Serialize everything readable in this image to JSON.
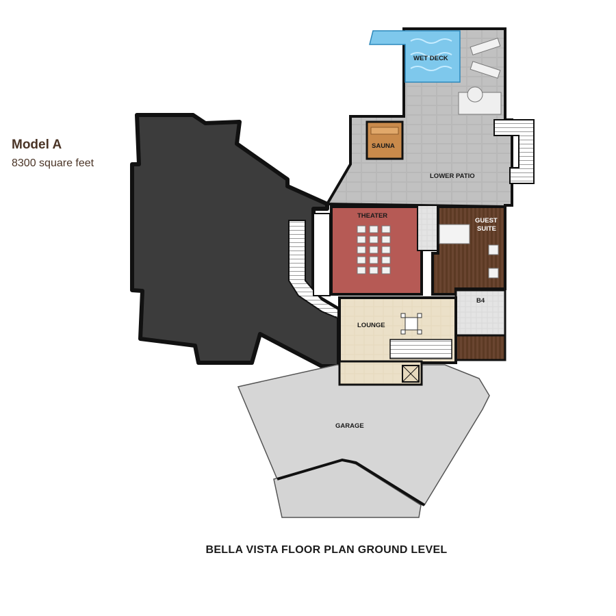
{
  "header": {
    "model_name": "Model A",
    "square_feet": "8300 square feet"
  },
  "caption": "BELLA VISTA FLOOR PLAN GROUND LEVEL",
  "rooms": {
    "wet_deck": "WET DECK",
    "sauna": "SAUNA",
    "lower_patio": "LOWER PATIO",
    "theater": "THEATER",
    "guest_suite_line1": "GUEST",
    "guest_suite_line2": "SUITE",
    "bath": "B4",
    "lounge": "LOUNGE",
    "garage": "GARAGE"
  },
  "colors": {
    "unexcavated": "#3c3c3c",
    "patio": "#b9b9b9",
    "pool": "#7ec8ec",
    "theater": "#b65a55",
    "guest_suite": "#5c3a24",
    "lounge": "#e8dcc2",
    "garage": "#d6d6d6",
    "walls": "#111111"
  }
}
